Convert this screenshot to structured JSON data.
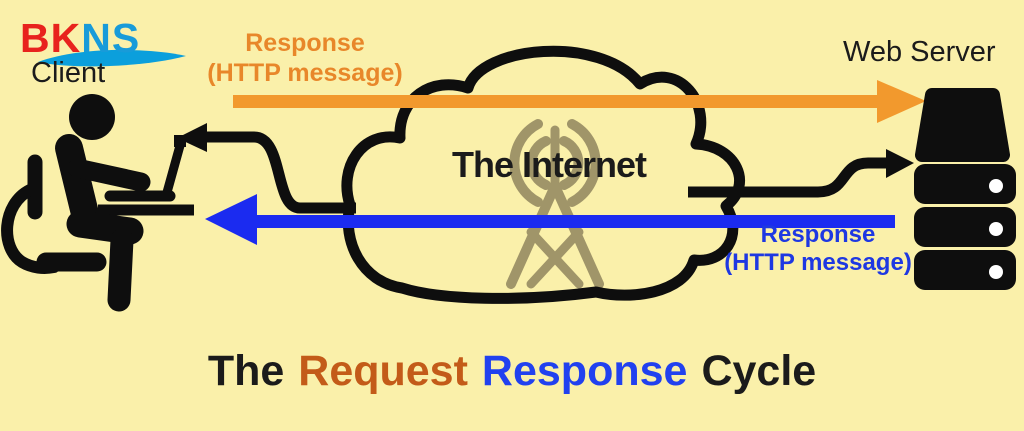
{
  "colors": {
    "background": "#FAF0AA",
    "black": "#0E0E0E",
    "text_dark": "#1B1B1B",
    "orange_arrow": "#F2992D",
    "orange_label": "#E8872A",
    "blue_arrow": "#1B2BF0",
    "blue_label": "#1E38E2",
    "title_request": "#C35B19",
    "title_response": "#2141EF",
    "logo_red": "#E8231D",
    "logo_blue": "#189BD9",
    "swoosh": "#0B9FDC",
    "antenna": "#9C9166",
    "server_dot": "#FFFFFF"
  },
  "logo": {
    "red_part": "BK",
    "blue_part": "NS"
  },
  "client": {
    "label": "Client"
  },
  "server": {
    "label": "Web Server"
  },
  "internet": {
    "label": "The Internet"
  },
  "top_arrow": {
    "direction": "left-to-right",
    "line1": "Response",
    "line2": "(HTTP message)"
  },
  "bottom_arrow": {
    "direction": "right-to-left",
    "line1": "Response",
    "line2": "(HTTP message)"
  },
  "footer_title": {
    "parts": [
      {
        "text": "The"
      },
      {
        "text": "Request"
      },
      {
        "text": "Response"
      },
      {
        "text": "Cycle"
      }
    ]
  },
  "icons": {
    "client": "person-at-laptop-icon",
    "server": "server-stack-icon",
    "internet": "cloud-icon",
    "antenna": "radio-tower-icon",
    "top_arrow": "arrow-right-icon",
    "bottom_arrow": "arrow-left-icon",
    "logo_swoosh": "swoosh-icon"
  }
}
